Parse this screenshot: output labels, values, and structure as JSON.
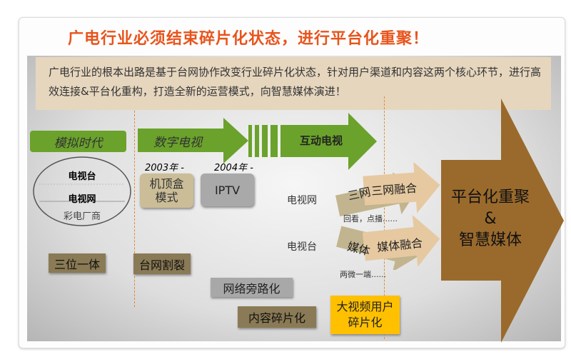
{
  "title": "广电行业必须结束碎片化状态，进行平台化重聚！",
  "intro": "广电行业的根本出路是基于台网协作改变行业碎片化状态，针对用户渠道和内容这两个核心环节，进行高效连接&平台化重构，打造全新的运营模式，向智慧媒体演进！",
  "eras": {
    "analog": "模拟时代",
    "digital": "数字电视",
    "interactive": "互动电视"
  },
  "analog_ellipse": [
    "电视台",
    "电视网",
    "彩电厂商"
  ],
  "years": {
    "y2003": "2003年 -",
    "y2004": "2004年 -"
  },
  "digital_boxes": {
    "stb": "机顶盒模式",
    "iptv": "IPTV"
  },
  "stages": {
    "trinity": "三位一体",
    "split": "台网割裂",
    "bypass": "网络旁路化",
    "content": "内容碎片化",
    "user": "大视频用户碎片化"
  },
  "convergence": {
    "tv_network": "电视网",
    "tv_station": "电视台",
    "three_net": "三网融合",
    "three_net_old": "三网",
    "media": "媒体融合",
    "media_old": "媒体",
    "replay": "回看，点播......",
    "weibo": "两微一端......"
  },
  "final": {
    "line1": "平台化重聚",
    "amp": "&",
    "line2": "智慧媒体"
  },
  "colors": {
    "title": "#e8541c",
    "green": "#6aa22b",
    "brown": "#9a6a2c",
    "yellow": "#ffc000"
  }
}
